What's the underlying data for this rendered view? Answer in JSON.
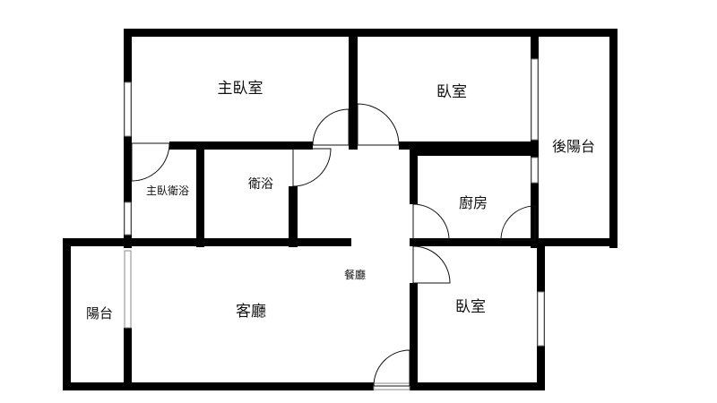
{
  "colors": {
    "wall": "#000000",
    "window": "#8a8a8a",
    "door": "#111111",
    "background": "#ffffff"
  },
  "rooms": {
    "master_bedroom": "主臥室",
    "bedroom_north": "臥室",
    "rear_balcony": "後陽台",
    "master_bathroom": "主臥衛浴",
    "bathroom": "衛浴",
    "kitchen": "廚房",
    "dining_room": "餐廳",
    "balcony": "陽台",
    "living_room": "客廳",
    "bedroom_south": "臥室"
  }
}
